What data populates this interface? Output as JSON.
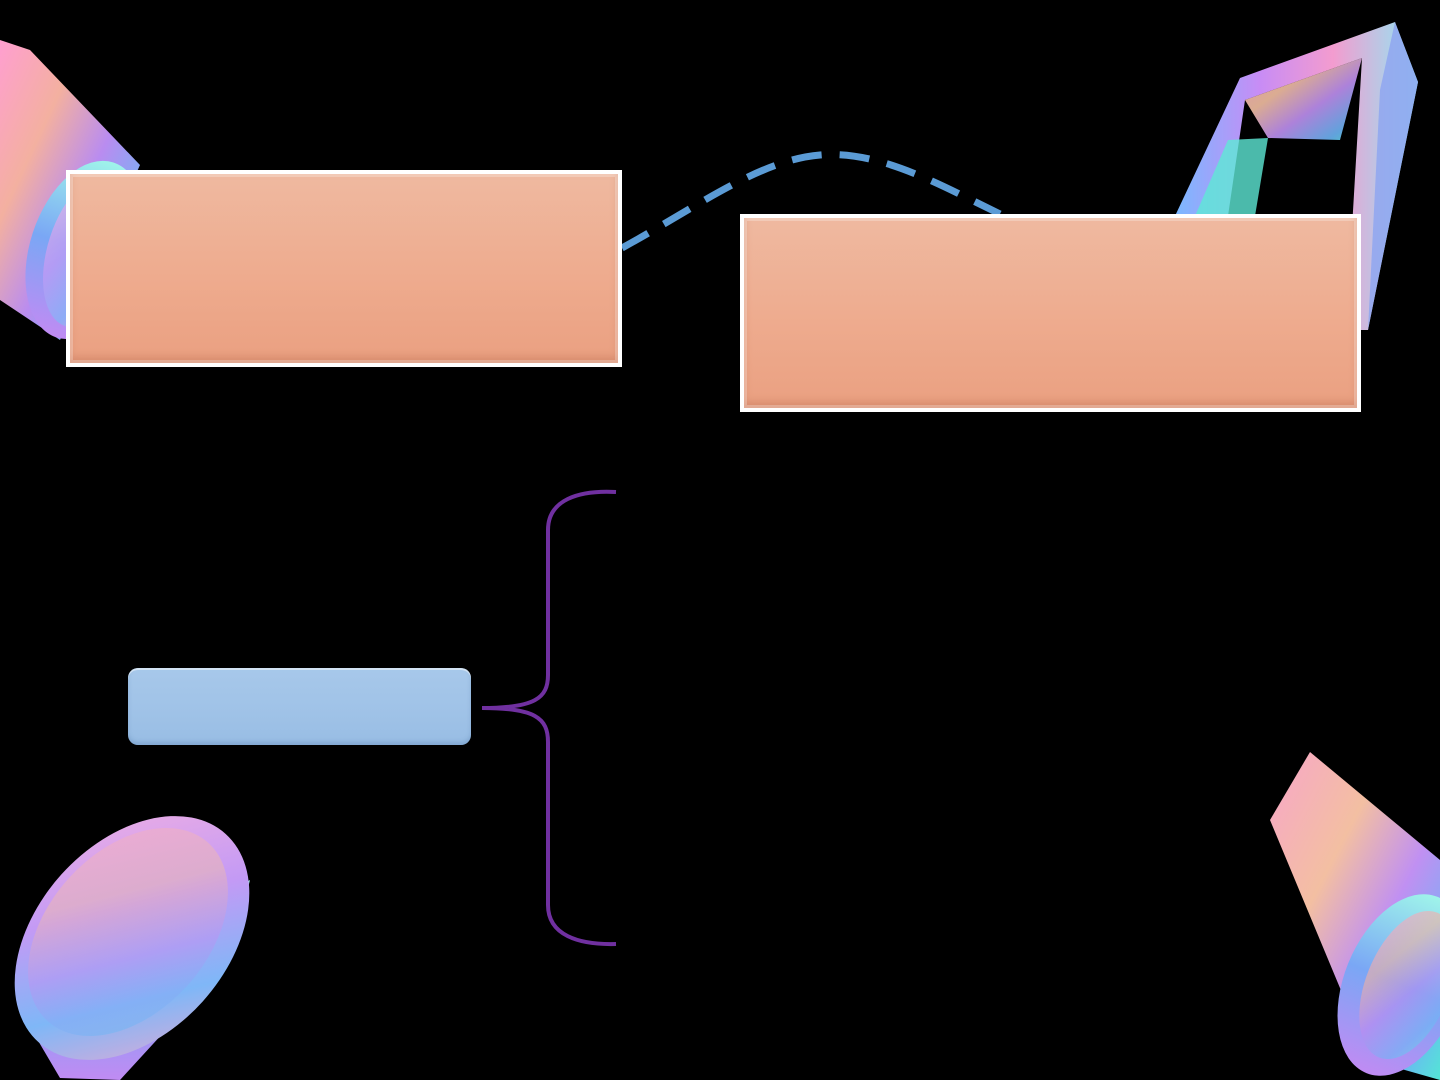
{
  "slide": {
    "background_color": "#000000",
    "box_top_left": {
      "text": "",
      "fill": "#eeab8e",
      "border": "#ffffff"
    },
    "box_top_right": {
      "text": "",
      "fill": "#eeab8e",
      "border": "#ffffff"
    },
    "label_pill": {
      "text": "",
      "fill": "#9fc2e7"
    },
    "dashed_connector": {
      "color": "#5b9bd5",
      "style": "dashed"
    },
    "brace": {
      "color": "#7030a0",
      "orientation": "left"
    },
    "brace_items": [],
    "decor": [
      {
        "shape": "cylinder",
        "corner": "top-left"
      },
      {
        "shape": "frame",
        "corner": "top-right"
      },
      {
        "shape": "disc",
        "corner": "bottom-left"
      },
      {
        "shape": "cylinder",
        "corner": "bottom-right"
      }
    ]
  }
}
